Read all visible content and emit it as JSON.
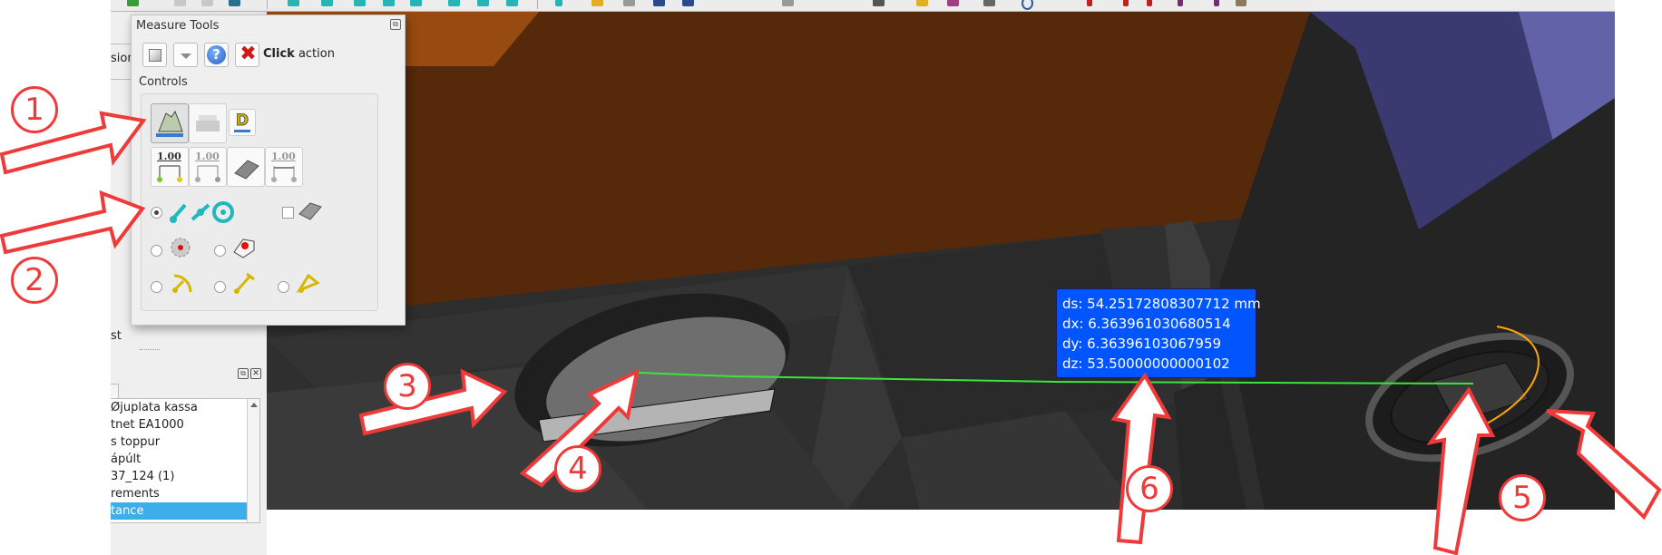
{
  "toolbar": {
    "icons": [
      "part-icon",
      "undo-icon",
      "redo-icon",
      "refresh-icon",
      "view-fit-icon",
      "view-iso-icon",
      "view-front-icon",
      "view-top-icon",
      "view-right-icon",
      "view-rear-icon",
      "view-bottom-icon",
      "view-left-icon",
      "measure-icon",
      "light-icon",
      "box-icon",
      "sketch-icon",
      "sketch-icon-2",
      "clip-icon",
      "rotate-icon",
      "pin-icon",
      "pin-icon-2",
      "pin-icon-3",
      "pin-icon-4",
      "pin-icon-5",
      "doc-icon"
    ]
  },
  "sidebar": {
    "partial_label_top": "sion",
    "partial_label_mid": "st",
    "tree_items": [
      "Øjuplata kassa",
      "tnet EA1000",
      "s toppur",
      "ápúlt",
      "37_124 (1)",
      "rements",
      "tance"
    ],
    "selected_index": 6
  },
  "measure_panel": {
    "title": "Measure Tools",
    "click_bold": "Click",
    "click_rest": " action",
    "controls_label": "Controls",
    "buttons": {
      "row1": [
        "measure-caliper-button",
        "print-button",
        "dimension-d-button"
      ],
      "row2_labels": [
        "1.00",
        "1.00",
        "",
        "1.00"
      ]
    },
    "radio_rows": [
      {
        "name": "radio-line-circle",
        "checked": true
      },
      {
        "name": "radio-snap-point",
        "checked": false
      },
      {
        "name": "radio-snap-solid",
        "checked": false
      },
      {
        "name": "radio-angle",
        "checked": false
      },
      {
        "name": "radio-distance",
        "checked": false
      },
      {
        "name": "radio-plane-angle",
        "checked": false
      }
    ],
    "checkbox_face_checked": false,
    "dimension_letter": "D"
  },
  "readout": {
    "ds": "ds: 54.25172808307712 mm",
    "dx": "dx: 6.363961030680514",
    "dy": "dy: 6.36396103067959",
    "dz": "dz: 53.50000000000102"
  },
  "annotations": {
    "badges": [
      "1",
      "2",
      "3",
      "4",
      "5",
      "6"
    ],
    "color": "#f03a3a"
  },
  "colors": {
    "readout_bg": "#0055ff",
    "measure_line": "#39e639",
    "selected_edge": "#ffa500",
    "viewport_bg": "#2d2d2d",
    "model_orange": "#5a2c0a",
    "sky": "#4a4a8a"
  }
}
